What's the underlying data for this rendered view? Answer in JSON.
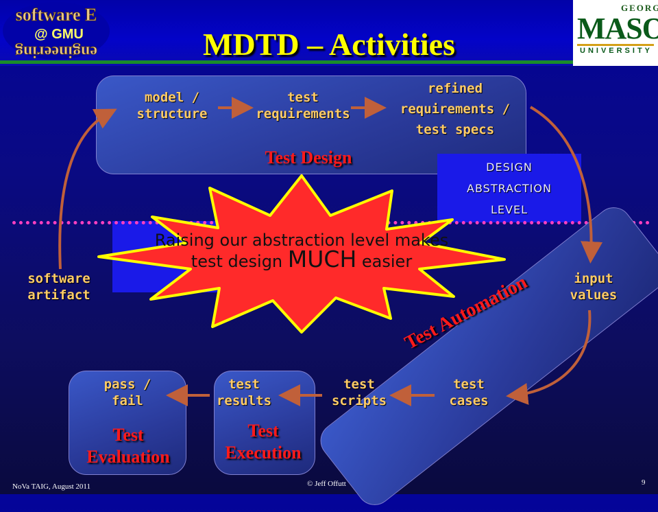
{
  "header": {
    "title": "MDTD – Activities",
    "se_logo_line1": "software E",
    "se_logo_line2": "@ GMU",
    "se_logo_line3": "engineering",
    "gmu_george": "GEORGE",
    "gmu_mason": "MASON",
    "gmu_university": "UNIVERSITY"
  },
  "design": {
    "model": [
      "model /",
      "structure"
    ],
    "requirements": [
      "test",
      "requirements"
    ],
    "refined": [
      "refined",
      "requirements /",
      "test specs"
    ],
    "stage": "Test Design"
  },
  "abstraction": [
    "DESIGN",
    "ABSTRACTION",
    "LEVEL"
  ],
  "burst": {
    "line1": "Raising our abstraction level makes",
    "line2_pre": "test design",
    "line2_big": "MUCH",
    "line2_post": "easier"
  },
  "software_artifact": [
    "software",
    "artifact"
  ],
  "input_values": [
    "input",
    "values"
  ],
  "automation": {
    "stage": "Test Automation",
    "scripts": [
      "test",
      "scripts"
    ],
    "cases": [
      "test",
      "cases"
    ]
  },
  "execution": {
    "results": [
      "test",
      "results"
    ],
    "stage": [
      "Test",
      "Execution"
    ]
  },
  "evaluation": {
    "pass_fail": [
      "pass /",
      "fail"
    ],
    "stage": [
      "Test",
      "Evaluation"
    ]
  },
  "footer": {
    "left": "NoVa TAIG, August 2011",
    "center": "© Jeff Offutt",
    "page": "9"
  },
  "colors": {
    "label": "#ffcc66",
    "stage": "#ff1a1a",
    "arrow": "#c0603a",
    "burst": "#ff2a2a",
    "burst_border": "#ffff00",
    "dotline": "#ff40c0"
  }
}
